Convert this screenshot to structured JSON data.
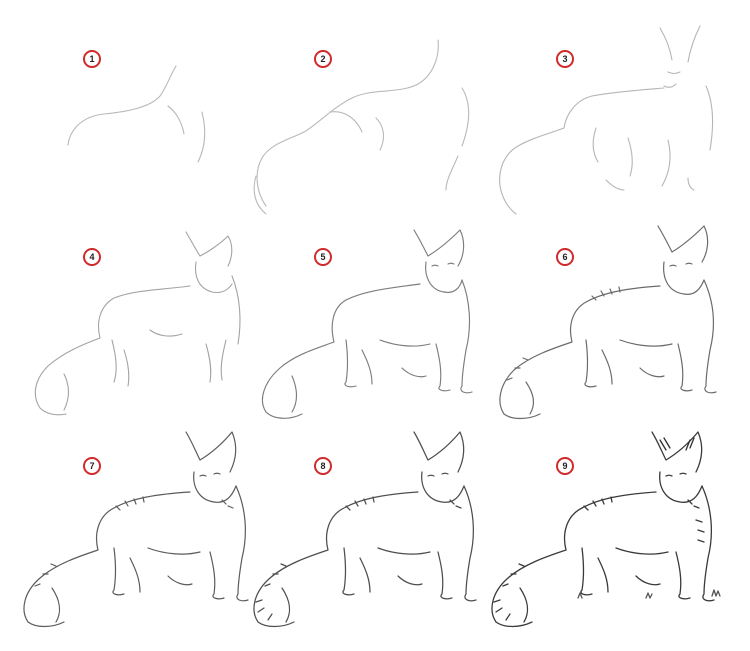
{
  "steps": [
    {
      "label": "1"
    },
    {
      "label": "2"
    },
    {
      "label": "3"
    },
    {
      "label": "4"
    },
    {
      "label": "5"
    },
    {
      "label": "6"
    },
    {
      "label": "7"
    },
    {
      "label": "8"
    },
    {
      "label": "9"
    }
  ],
  "colors": {
    "badge_ring": "#d02a2a",
    "pencil_light": "#b9b9b9",
    "pencil_mid": "#8a8a8a",
    "pencil_dark": "#4a4a4a"
  }
}
